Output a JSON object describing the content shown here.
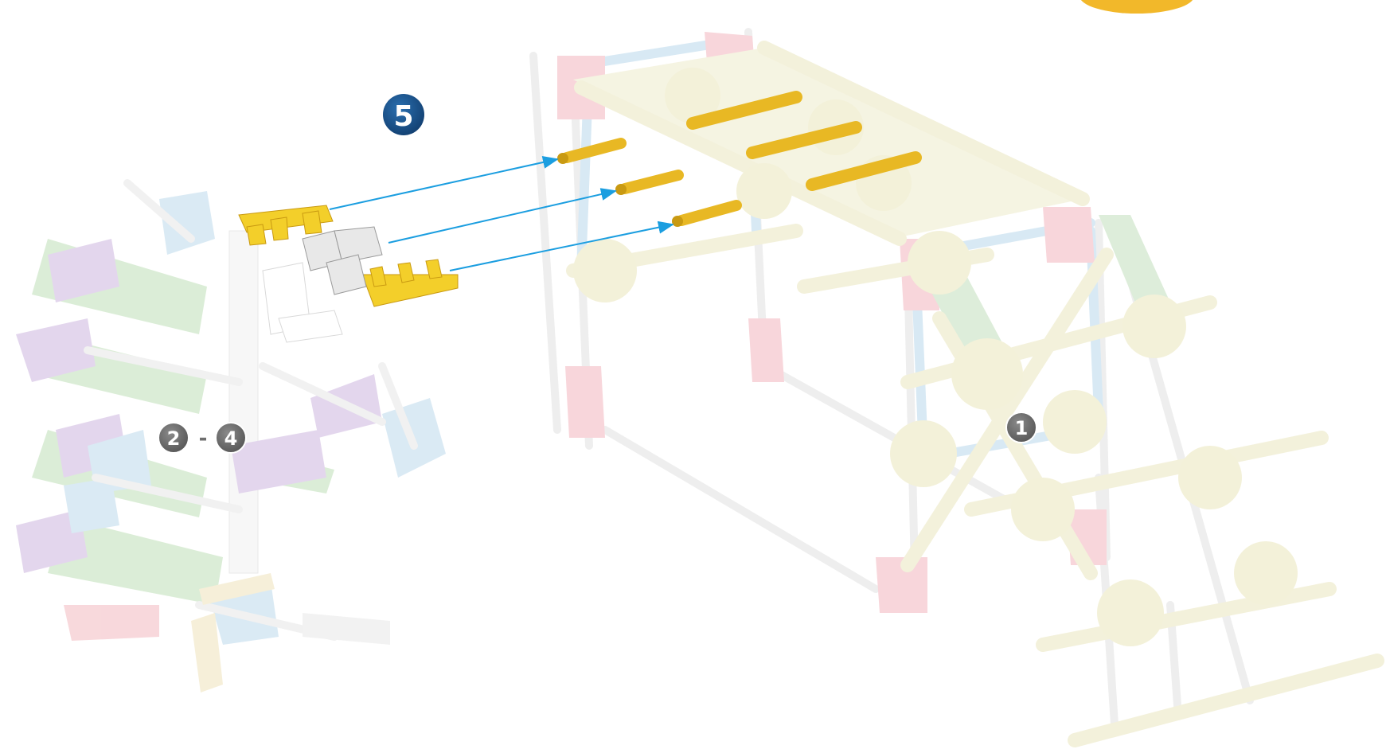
{
  "step": {
    "number": "5"
  },
  "reference_steps": {
    "left_range_start": "2",
    "left_range_sep": "-",
    "left_range_end": "4",
    "right_step": "1"
  },
  "colors": {
    "step_badge": "#1a5592",
    "ref_badge": "#6e6e6e",
    "arrow": "#1b9ee0",
    "rod_yellow": "#e8b824",
    "connector_yellow": "#f3cf2a",
    "ghost_cream": "#efeccb",
    "ghost_pink": "#f6c6c6",
    "ghost_blue": "#cfe3ee",
    "ghost_green": "#cfe3c8",
    "ghost_purple": "#ddd0e6",
    "orange_corner": "#f2b82a"
  },
  "icons": [
    "step-number-badge",
    "reference-step-badge",
    "assembly-arrow"
  ]
}
